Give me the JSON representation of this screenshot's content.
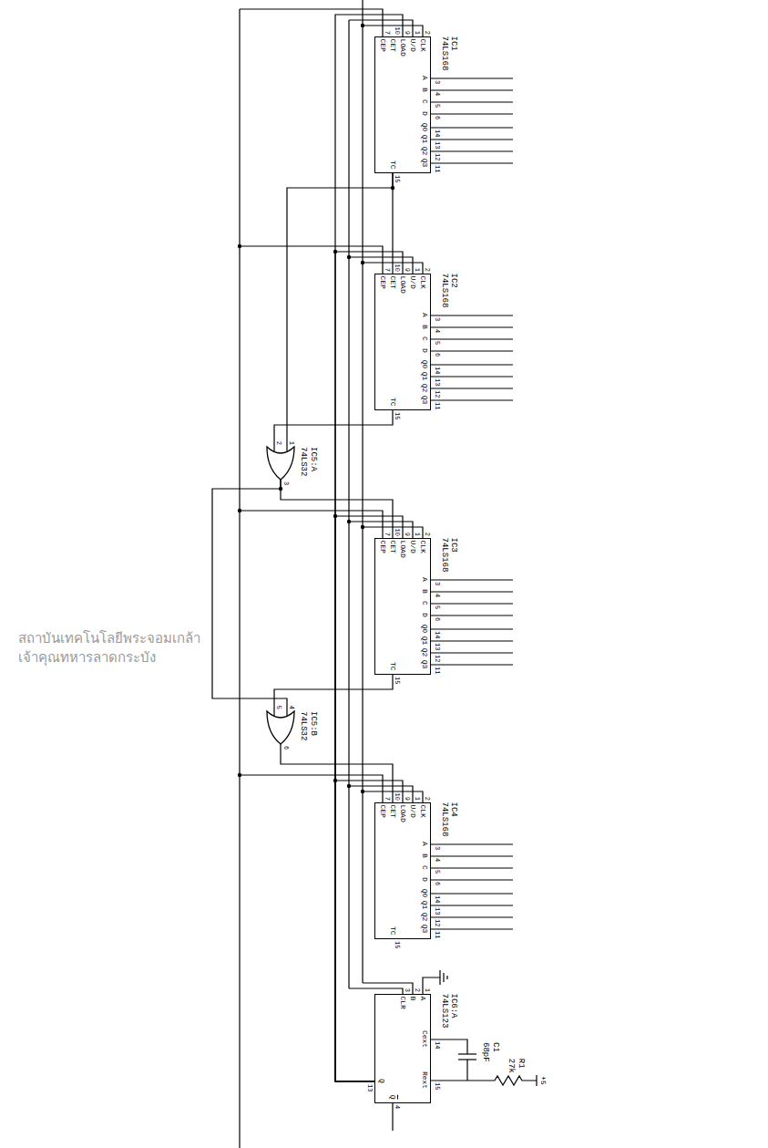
{
  "diagram": {
    "nodes": [
      {
        "text": [
          "IC1 74LS168",
          "CLK",
          "U/D",
          "LOAD",
          "CET",
          "CEP",
          "A",
          "B",
          "C",
          "D",
          "Q0",
          "Q1",
          "Q2",
          "Q3",
          "TC"
        ]
      },
      {
        "text": [
          "IC2 74LS168",
          "CLK",
          "U/D",
          "LOAD",
          "CET",
          "CEP",
          "A",
          "B",
          "C",
          "D",
          "Q0",
          "Q1",
          "Q2",
          "Q3",
          "TC"
        ]
      },
      {
        "text": [
          "IC5:A 74LS32"
        ]
      },
      {
        "text": [
          "IC3 74LS168",
          "CLK",
          "U/D",
          "LOAD",
          "CET",
          "CEP",
          "A",
          "B",
          "C",
          "D",
          "Q0",
          "Q1",
          "Q2",
          "Q3",
          "TC"
        ]
      },
      {
        "text": [
          "IC5:B 74LS32"
        ]
      },
      {
        "text": [
          "IC4 74LS168",
          "CLK",
          "U/D",
          "LOAD",
          "CET",
          "CEP",
          "A",
          "B",
          "C",
          "D",
          "Q0",
          "Q1",
          "Q2",
          "Q3",
          "TC"
        ]
      },
      {
        "text": [
          "IC6:A 74LS123",
          "A",
          "B",
          "CLR",
          "Cext",
          "Rext",
          "Q",
          "Q"
        ]
      }
    ],
    "edges": [
      {
        "from": 0,
        "to": 2,
        "arrow": "none"
      },
      {
        "from": 1,
        "to": 2,
        "arrow": "none"
      },
      {
        "from": 2,
        "to": 4,
        "arrow": "none"
      },
      {
        "from": 3,
        "to": 4,
        "arrow": "none"
      },
      {
        "from": 2,
        "to": 3,
        "arrow": "none"
      },
      {
        "from": 4,
        "to": 5,
        "arrow": "none"
      },
      {
        "from": 0,
        "to": 1,
        "arrow": "none"
      },
      {
        "from": 6,
        "to": 0,
        "arrow": "none"
      },
      {
        "from": 6,
        "to": 1,
        "arrow": "none"
      },
      {
        "from": 6,
        "to": 3,
        "arrow": "none"
      },
      {
        "from": 6,
        "to": 5,
        "arrow": "none"
      }
    ],
    "labels": [
      "2",
      "1",
      "9",
      "10",
      "7",
      "3",
      "4",
      "5",
      "6",
      "14",
      "13",
      "12",
      "11",
      "15",
      "2",
      "1",
      "9",
      "10",
      "7",
      "3",
      "4",
      "5",
      "6",
      "14",
      "13",
      "12",
      "11",
      "15",
      "2",
      "1",
      "9",
      "10",
      "7",
      "3",
      "4",
      "5",
      "6",
      "14",
      "13",
      "12",
      "11",
      "15",
      "2",
      "1",
      "9",
      "10",
      "7",
      "3",
      "4",
      "5",
      "6",
      "14",
      "13",
      "12",
      "11",
      "15",
      "1",
      "2",
      "3",
      "4",
      "5",
      "6",
      "1",
      "2",
      "3",
      "14",
      "15",
      "13",
      "4",
      "C1 68pF",
      "R1 27k",
      "+5",
      "สถาบันเทคโนโลยีพระจอมเกล้าเจ้าคุณทหารลาดกระบัง"
    ]
  }
}
